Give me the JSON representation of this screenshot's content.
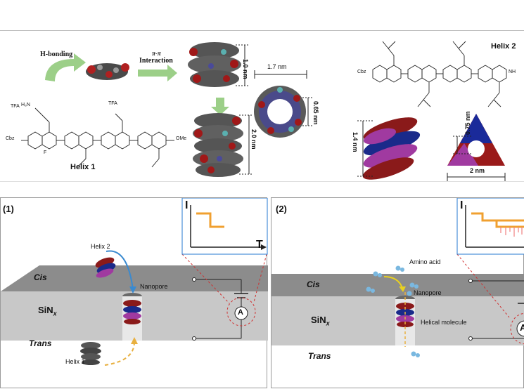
{
  "top": {
    "hbond": "H-bonding",
    "pipi": "π-π",
    "interaction": "Interaction",
    "dim_1_0": "1.0 nm",
    "dim_2_0": "2.0 nm",
    "dim_1_7": "1.7 nm",
    "dim_0_65": "0.65 nm",
    "helix1_label": "Helix 1",
    "helix2_label": "Helix 2",
    "dim_1_4": "1.4 nm",
    "dim_0_75": "0.75 nm",
    "dim_2": "2 nm",
    "chem": {
      "tfa1": "TFA",
      "h3n": "H₃N",
      "tfa2": "TFA",
      "cbz": "Cbz",
      "ome": "OMe",
      "cbz2": "Cbz",
      "nh": "NH",
      "f": "F"
    }
  },
  "panel1": {
    "num": "(1)",
    "cis": "Cis",
    "sin": "SiN",
    "sub": "x",
    "trans": "Trans",
    "helix2": "Helix 2",
    "nanopore": "Nanopore",
    "helix1": "Helix 1",
    "axis_i": "I",
    "axis_t": "T",
    "ammeter": "A"
  },
  "panel2": {
    "num": "(2)",
    "cis": "Cis",
    "sin": "SiN",
    "sub": "x",
    "trans": "Trans",
    "amino": "Amino acid",
    "nanopore": "Nanopore",
    "helical": "Helical molecule",
    "axis_i": "I",
    "ammeter": "A"
  },
  "colors": {
    "slab_top": "#8c8c8c",
    "slab_front": "#c8c8c8",
    "inset_border": "#4a90d9",
    "trace": "#f0a030",
    "spikes": "#f08080",
    "arrow_green": "#9ccf88",
    "red_dash": "#d03030"
  }
}
